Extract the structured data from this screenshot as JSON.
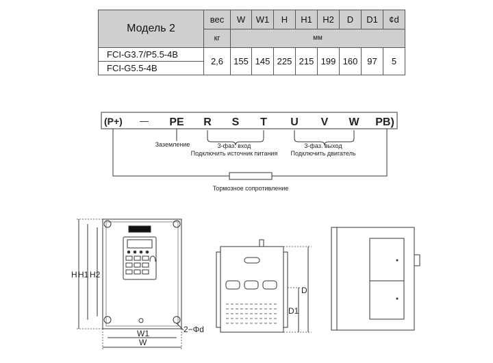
{
  "table": {
    "model_header": "Модель 2",
    "weight_header": "вес",
    "weight_unit": "кг",
    "dim_unit": "мм",
    "columns": [
      "W",
      "W1",
      "H",
      "H1",
      "H2",
      "D",
      "D1",
      "¢d"
    ],
    "models": [
      "FCI-G3.7/P5.5-4B",
      "FCI-G5.5-4B"
    ],
    "weight": "2,6",
    "values": [
      "155",
      "145",
      "225",
      "215",
      "199",
      "160",
      "97",
      "5"
    ]
  },
  "terminals": {
    "left_group": "(P+)",
    "dash": "—",
    "labels": [
      "PE",
      "R",
      "S",
      "T",
      "U",
      "V",
      "W"
    ],
    "right_group": "PB)"
  },
  "annotations": {
    "ground": "Заземление",
    "input_title": "3-фаз. вход",
    "input_desc": "Подключить источник питания",
    "output_title": "3-фаз. выход",
    "output_desc": "Подключить двигатель",
    "brake": "Тормозное сопротивление"
  },
  "dims": {
    "H": "H",
    "H1": "H1",
    "H2": "H2",
    "W": "W",
    "W1": "W1",
    "hole": "2−Φd",
    "D": "D",
    "D1": "D1"
  }
}
